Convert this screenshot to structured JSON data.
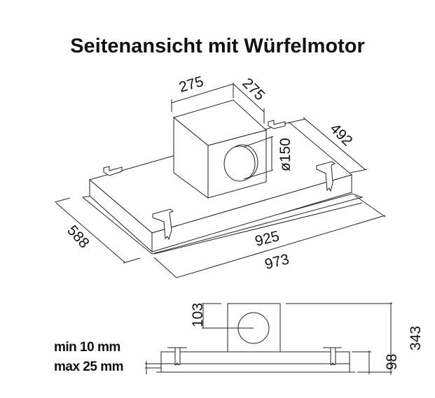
{
  "title": "Seitenansicht mit Würfelmotor",
  "iso_view": {
    "motor_width": "275",
    "motor_depth": "275",
    "outlet_diameter": "ø150",
    "body_depth": "492",
    "frame_depth": "588",
    "body_width": "925",
    "frame_width": "973"
  },
  "side_view": {
    "outlet_offset": "103",
    "total_height": "343",
    "body_height": "98",
    "ceiling_min": "min 10 mm",
    "ceiling_max": "max 25 mm"
  }
}
